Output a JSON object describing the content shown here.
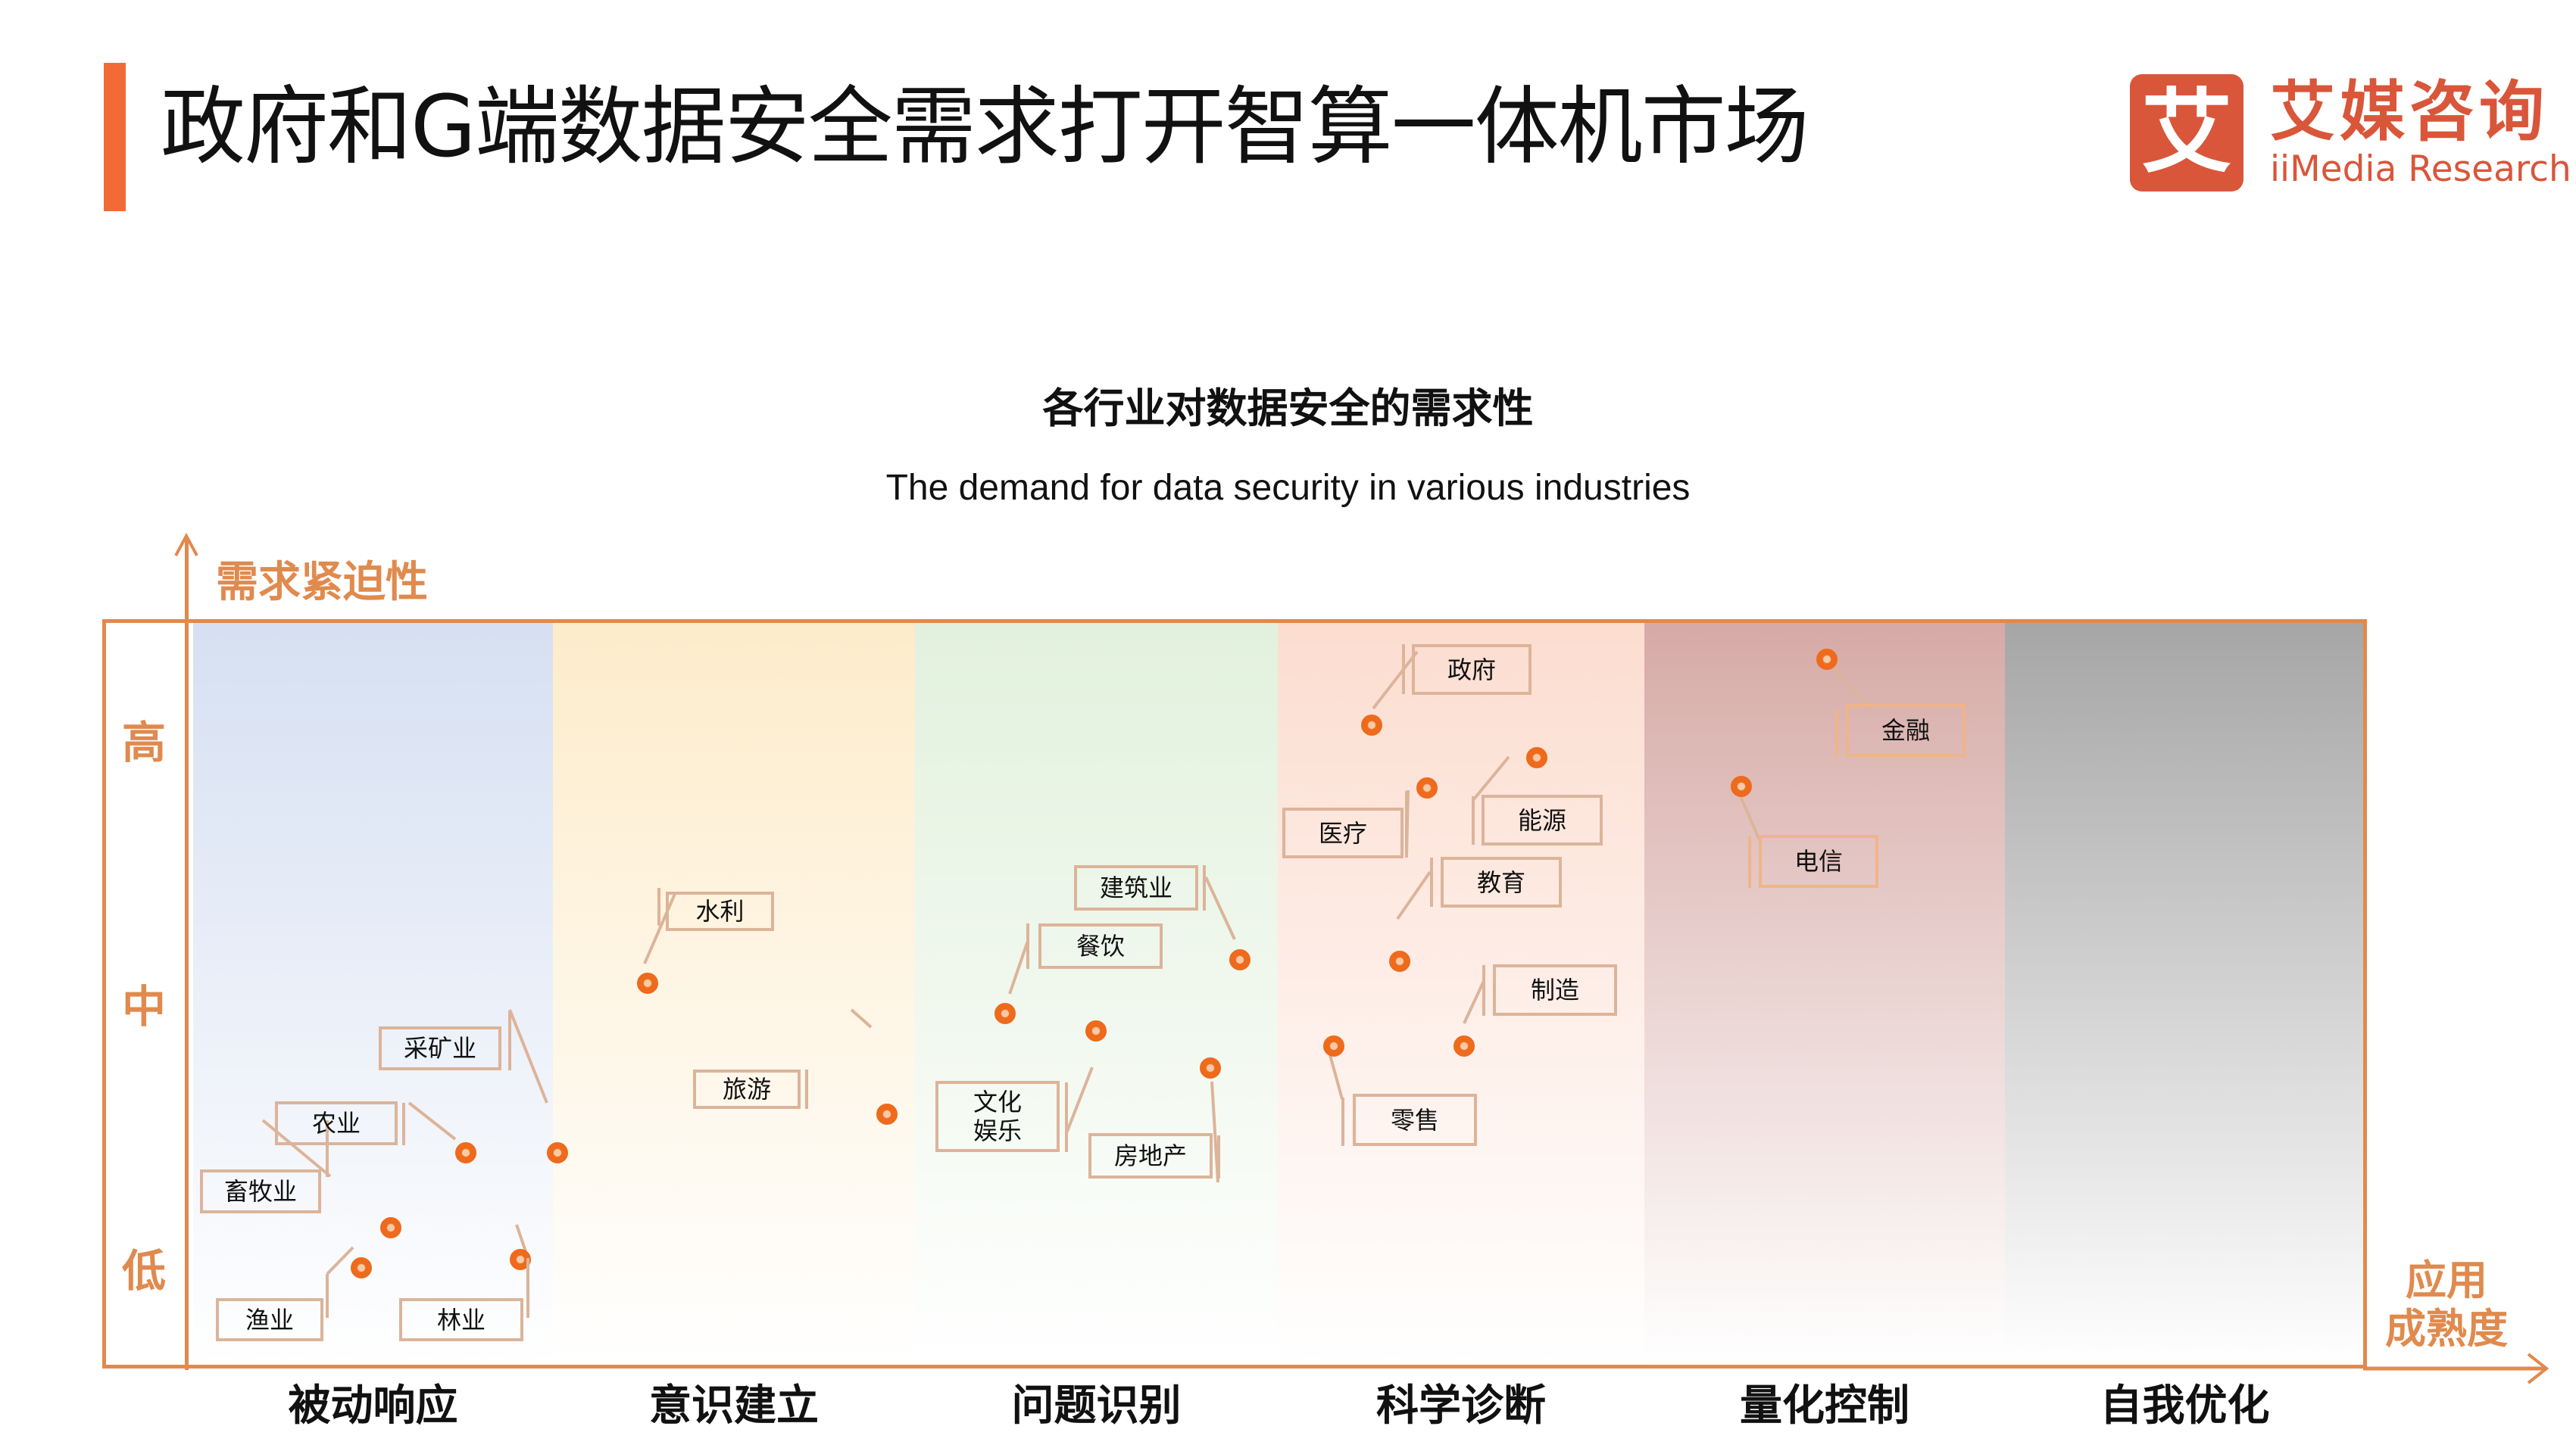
{
  "header": {
    "title": "政府和G端数据安全需求打开智算一体机市场",
    "accent_color": "#f26a35"
  },
  "logo": {
    "mark": "艾",
    "name_cn": "艾媒咨询",
    "name_en": "iiMedia Research",
    "color": "#d9563a"
  },
  "chart": {
    "title": "各行业对数据安全的需求性",
    "subtitle": "The demand for data security in various industries"
  },
  "chart_data": {
    "type": "scatter",
    "title": "各行业对数据安全的需求性",
    "subtitle": "The demand for data security in various industries",
    "xlabel": "应用成熟度",
    "ylabel": "需求紧迫性",
    "x_categories": [
      "被动响应",
      "意识建立",
      "问题识别",
      "科学诊断",
      "量化控制",
      "自我优化"
    ],
    "y_levels": [
      "高",
      "中",
      "低"
    ],
    "grid": false,
    "points": [
      {
        "label": "渔业",
        "stage": "被动响应",
        "urgency": 0.13
      },
      {
        "label": "畜牧业",
        "stage": "被动响应",
        "urgency": 0.19
      },
      {
        "label": "林业",
        "stage": "被动响应",
        "urgency": 0.15
      },
      {
        "label": "农业",
        "stage": "被动响应",
        "urgency": 0.29
      },
      {
        "label": "采矿业",
        "stage": "被动响应",
        "urgency": 0.29
      },
      {
        "label": "水利",
        "stage": "意识建立",
        "urgency": 0.52
      },
      {
        "label": "旅游",
        "stage": "意识建立",
        "urgency": 0.35
      },
      {
        "label": "餐饮",
        "stage": "问题识别",
        "urgency": 0.44
      },
      {
        "label": "建筑业",
        "stage": "问题识别",
        "urgency": 0.52
      },
      {
        "label": "文化娱乐",
        "stage": "问题识别",
        "urgency": 0.41
      },
      {
        "label": "房地产",
        "stage": "问题识别",
        "urgency": 0.35
      },
      {
        "label": "政府",
        "stage": "科学诊断",
        "urgency": 0.86
      },
      {
        "label": "医疗",
        "stage": "科学诊断",
        "urgency": 0.77
      },
      {
        "label": "能源",
        "stage": "科学诊断",
        "urgency": 0.81
      },
      {
        "label": "教育",
        "stage": "科学诊断",
        "urgency": 0.55
      },
      {
        "label": "制造",
        "stage": "科学诊断",
        "urgency": 0.44
      },
      {
        "label": "零售",
        "stage": "科学诊断",
        "urgency": 0.44
      },
      {
        "label": "金融",
        "stage": "量化控制",
        "urgency": 0.94
      },
      {
        "label": "电信",
        "stage": "量化控制",
        "urgency": 0.77
      }
    ]
  },
  "axes": {
    "y_title": "需求紧迫性",
    "y_high": "高",
    "y_mid": "中",
    "y_low": "低",
    "x_title_line1": "应用",
    "x_title_line2": "成熟度",
    "color": "#e08a4e"
  },
  "stages": [
    {
      "label": "被动响应",
      "color": "#d6e0f2"
    },
    {
      "label": "意识建立",
      "color": "#fdf0d2"
    },
    {
      "label": "问题识别",
      "color": "#e4f2e0"
    },
    {
      "label": "科学诊断",
      "color": "#fce2d6"
    },
    {
      "label": "量化控制",
      "color": "#d9b0ac"
    },
    {
      "label": "自我优化",
      "color": "#a7a7a7"
    }
  ],
  "labels": {
    "yuye": "渔业",
    "xumuye": "畜牧业",
    "linye": "林业",
    "nongye": "农业",
    "caikuangye": "采矿业",
    "shuili": "水利",
    "lvyou": "旅游",
    "canyin": "餐饮",
    "jianzhuye": "建筑业",
    "wenhua_1": "文化",
    "wenhua_2": "娱乐",
    "fangdichan": "房地产",
    "zhengfu": "政府",
    "yiliao": "医疗",
    "nengyuan": "能源",
    "jiaoyu": "教育",
    "zhizao": "制造",
    "lingshou": "零售",
    "jinrong": "金融",
    "dianxin": "电信"
  }
}
